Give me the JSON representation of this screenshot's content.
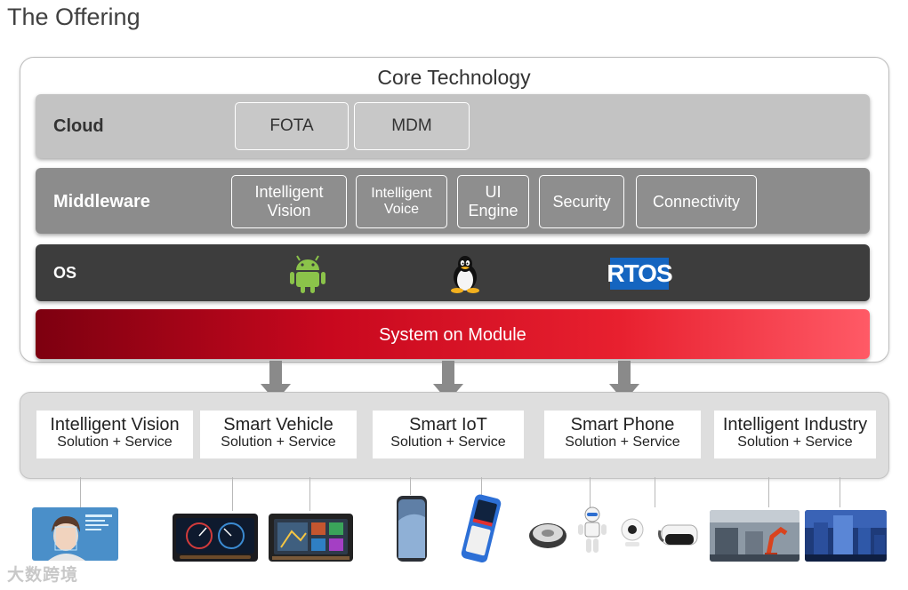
{
  "page": {
    "title": "The Offering"
  },
  "core": {
    "title": "Core Technology",
    "cloud": {
      "label": "Cloud",
      "items": [
        "FOTA",
        "MDM"
      ]
    },
    "middleware": {
      "label": "Middleware",
      "items": [
        "Intelligent Vision",
        "Intelligent Voice",
        "UI Engine",
        "Security",
        "Connectivity"
      ]
    },
    "os": {
      "label": "OS",
      "icons": [
        "android-icon",
        "linux-tux-icon",
        "rtos-logo"
      ],
      "rtos_text": "RTOS"
    },
    "som": {
      "label": "System on Module"
    }
  },
  "solutions": [
    {
      "name": "Intelligent Vision",
      "sub": "Solution + Service"
    },
    {
      "name": "Smart Vehicle",
      "sub": "Solution + Service"
    },
    {
      "name": "Smart IoT",
      "sub": "Solution + Service"
    },
    {
      "name": "Smart Phone",
      "sub": "Solution + Service"
    },
    {
      "name": "Intelligent Industry",
      "sub": "Solution + Service"
    }
  ],
  "watermark": "大数跨境",
  "colors": {
    "android": "#8bc34a",
    "rtos_bg": "#1565c0",
    "som_start": "#7d0010",
    "som_end": "#ff5a66"
  }
}
